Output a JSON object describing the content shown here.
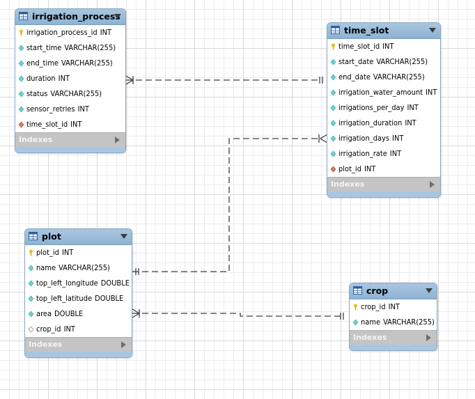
{
  "colors": {
    "header": "#8db3d4",
    "border": "#8aa7c2",
    "pk_key": "#e6c229",
    "column_diamond": "#6fd1cf",
    "fk_diamond": "#d97a6e"
  },
  "entities": {
    "irrigation_process": {
      "title": "irrigation_process",
      "indexes_label": "Indexes",
      "columns": [
        {
          "name": "irrigation_process_id",
          "type": "INT",
          "icon": "primary-key-icon"
        },
        {
          "name": "start_time",
          "type": "VARCHAR(255)",
          "icon": "column-diamond-icon"
        },
        {
          "name": "end_time",
          "type": "VARCHAR(255)",
          "icon": "column-diamond-icon"
        },
        {
          "name": "duration",
          "type": "INT",
          "icon": "column-diamond-icon"
        },
        {
          "name": "status",
          "type": "VARCHAR(255)",
          "icon": "column-diamond-icon"
        },
        {
          "name": "sensor_retries",
          "type": "INT",
          "icon": "column-diamond-icon"
        },
        {
          "name": "time_slot_id",
          "type": "INT",
          "icon": "foreign-key-diamond-icon"
        }
      ]
    },
    "time_slot": {
      "title": "time_slot",
      "indexes_label": "Indexes",
      "columns": [
        {
          "name": "time_slot_id",
          "type": "INT",
          "icon": "primary-key-icon"
        },
        {
          "name": "start_date",
          "type": "VARCHAR(255)",
          "icon": "column-diamond-icon"
        },
        {
          "name": "end_date",
          "type": "VARCHAR(255)",
          "icon": "column-diamond-icon"
        },
        {
          "name": "irrigation_water_amount",
          "type": "INT",
          "icon": "column-diamond-icon"
        },
        {
          "name": "irrigations_per_day",
          "type": "INT",
          "icon": "column-diamond-icon"
        },
        {
          "name": "irrigation_duration",
          "type": "INT",
          "icon": "column-diamond-icon"
        },
        {
          "name": "irrigation_days",
          "type": "INT",
          "icon": "column-diamond-icon"
        },
        {
          "name": "irrigation_rate",
          "type": "INT",
          "icon": "column-diamond-icon"
        },
        {
          "name": "plot_id",
          "type": "INT",
          "icon": "foreign-key-diamond-icon"
        }
      ]
    },
    "plot": {
      "title": "plot",
      "indexes_label": "Indexes",
      "columns": [
        {
          "name": "plot_id",
          "type": "INT",
          "icon": "primary-key-icon"
        },
        {
          "name": "name",
          "type": "VARCHAR(255)",
          "icon": "column-diamond-icon"
        },
        {
          "name": "top_left_longitude",
          "type": "DOUBLE",
          "icon": "column-diamond-icon"
        },
        {
          "name": "top_left_latitude",
          "type": "DOUBLE",
          "icon": "column-diamond-icon"
        },
        {
          "name": "area",
          "type": "DOUBLE",
          "icon": "column-diamond-icon"
        },
        {
          "name": "crop_id",
          "type": "INT",
          "icon": "nullable-column-diamond-icon"
        }
      ]
    },
    "crop": {
      "title": "crop",
      "indexes_label": "Indexes",
      "columns": [
        {
          "name": "crop_id",
          "type": "INT",
          "icon": "primary-key-icon"
        },
        {
          "name": "name",
          "type": "VARCHAR(255)",
          "icon": "column-diamond-icon"
        }
      ]
    }
  },
  "relationships": [
    {
      "from": "irrigation_process",
      "to": "time_slot",
      "from_end": "one-or-many",
      "to_end": "exactly-one"
    },
    {
      "from": "plot",
      "to": "time_slot",
      "from_end": "exactly-one",
      "to_end": "zero-or-many"
    },
    {
      "from": "plot",
      "to": "crop",
      "from_end": "one-or-many",
      "to_end": "exactly-one"
    }
  ]
}
